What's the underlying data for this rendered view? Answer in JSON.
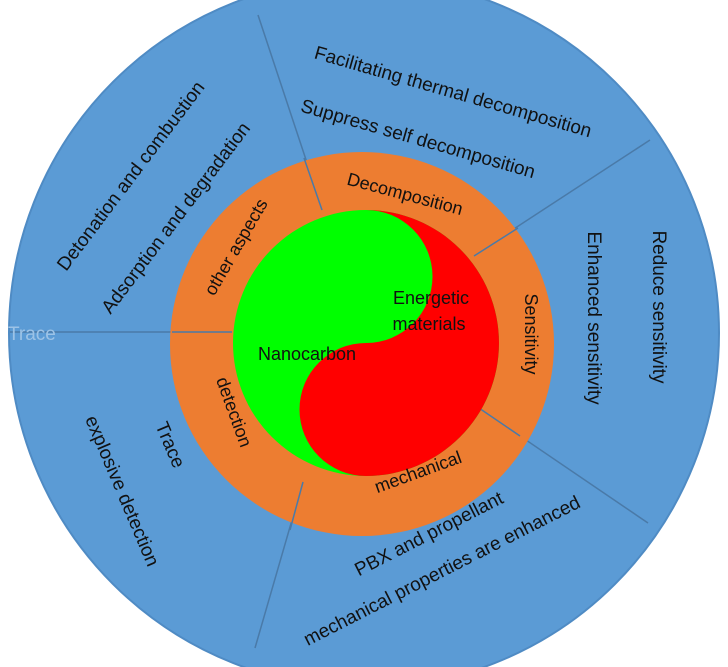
{
  "center": {
    "left_label": "Nanocarbon",
    "right_label_line1": "Energetic",
    "right_label_line2": "materials"
  },
  "inner_ring": {
    "decomposition": "Decomposition",
    "sensitivity": "Sensitivity",
    "mechanical": "mechanical",
    "detection": "detection",
    "other_aspects": "other aspects"
  },
  "outer_ring": {
    "decomposition_line1": "Facilitating thermal decomposition",
    "decomposition_line2": "Suppress self decomposition",
    "sensitivity_line1": "Reduce sensitivity",
    "sensitivity_line2": "Enhanced sensitivity",
    "mechanical_line1": "PBX and propellant",
    "mechanical_line2": "mechanical properties are enhanced",
    "detection_line1": "Trace",
    "detection_line2": "explosive detection",
    "other_line1": "Detonation and combustion",
    "other_line2": "Adsorption and degradation",
    "faint_label": "Trace"
  },
  "colors": {
    "outer_ring": "#5b9bd5",
    "inner_ring": "#ed7d31",
    "yin": "#00ff00",
    "yang": "#ff0000",
    "divider": "#4a7aa8",
    "faint_text": "#9dc3e6"
  }
}
